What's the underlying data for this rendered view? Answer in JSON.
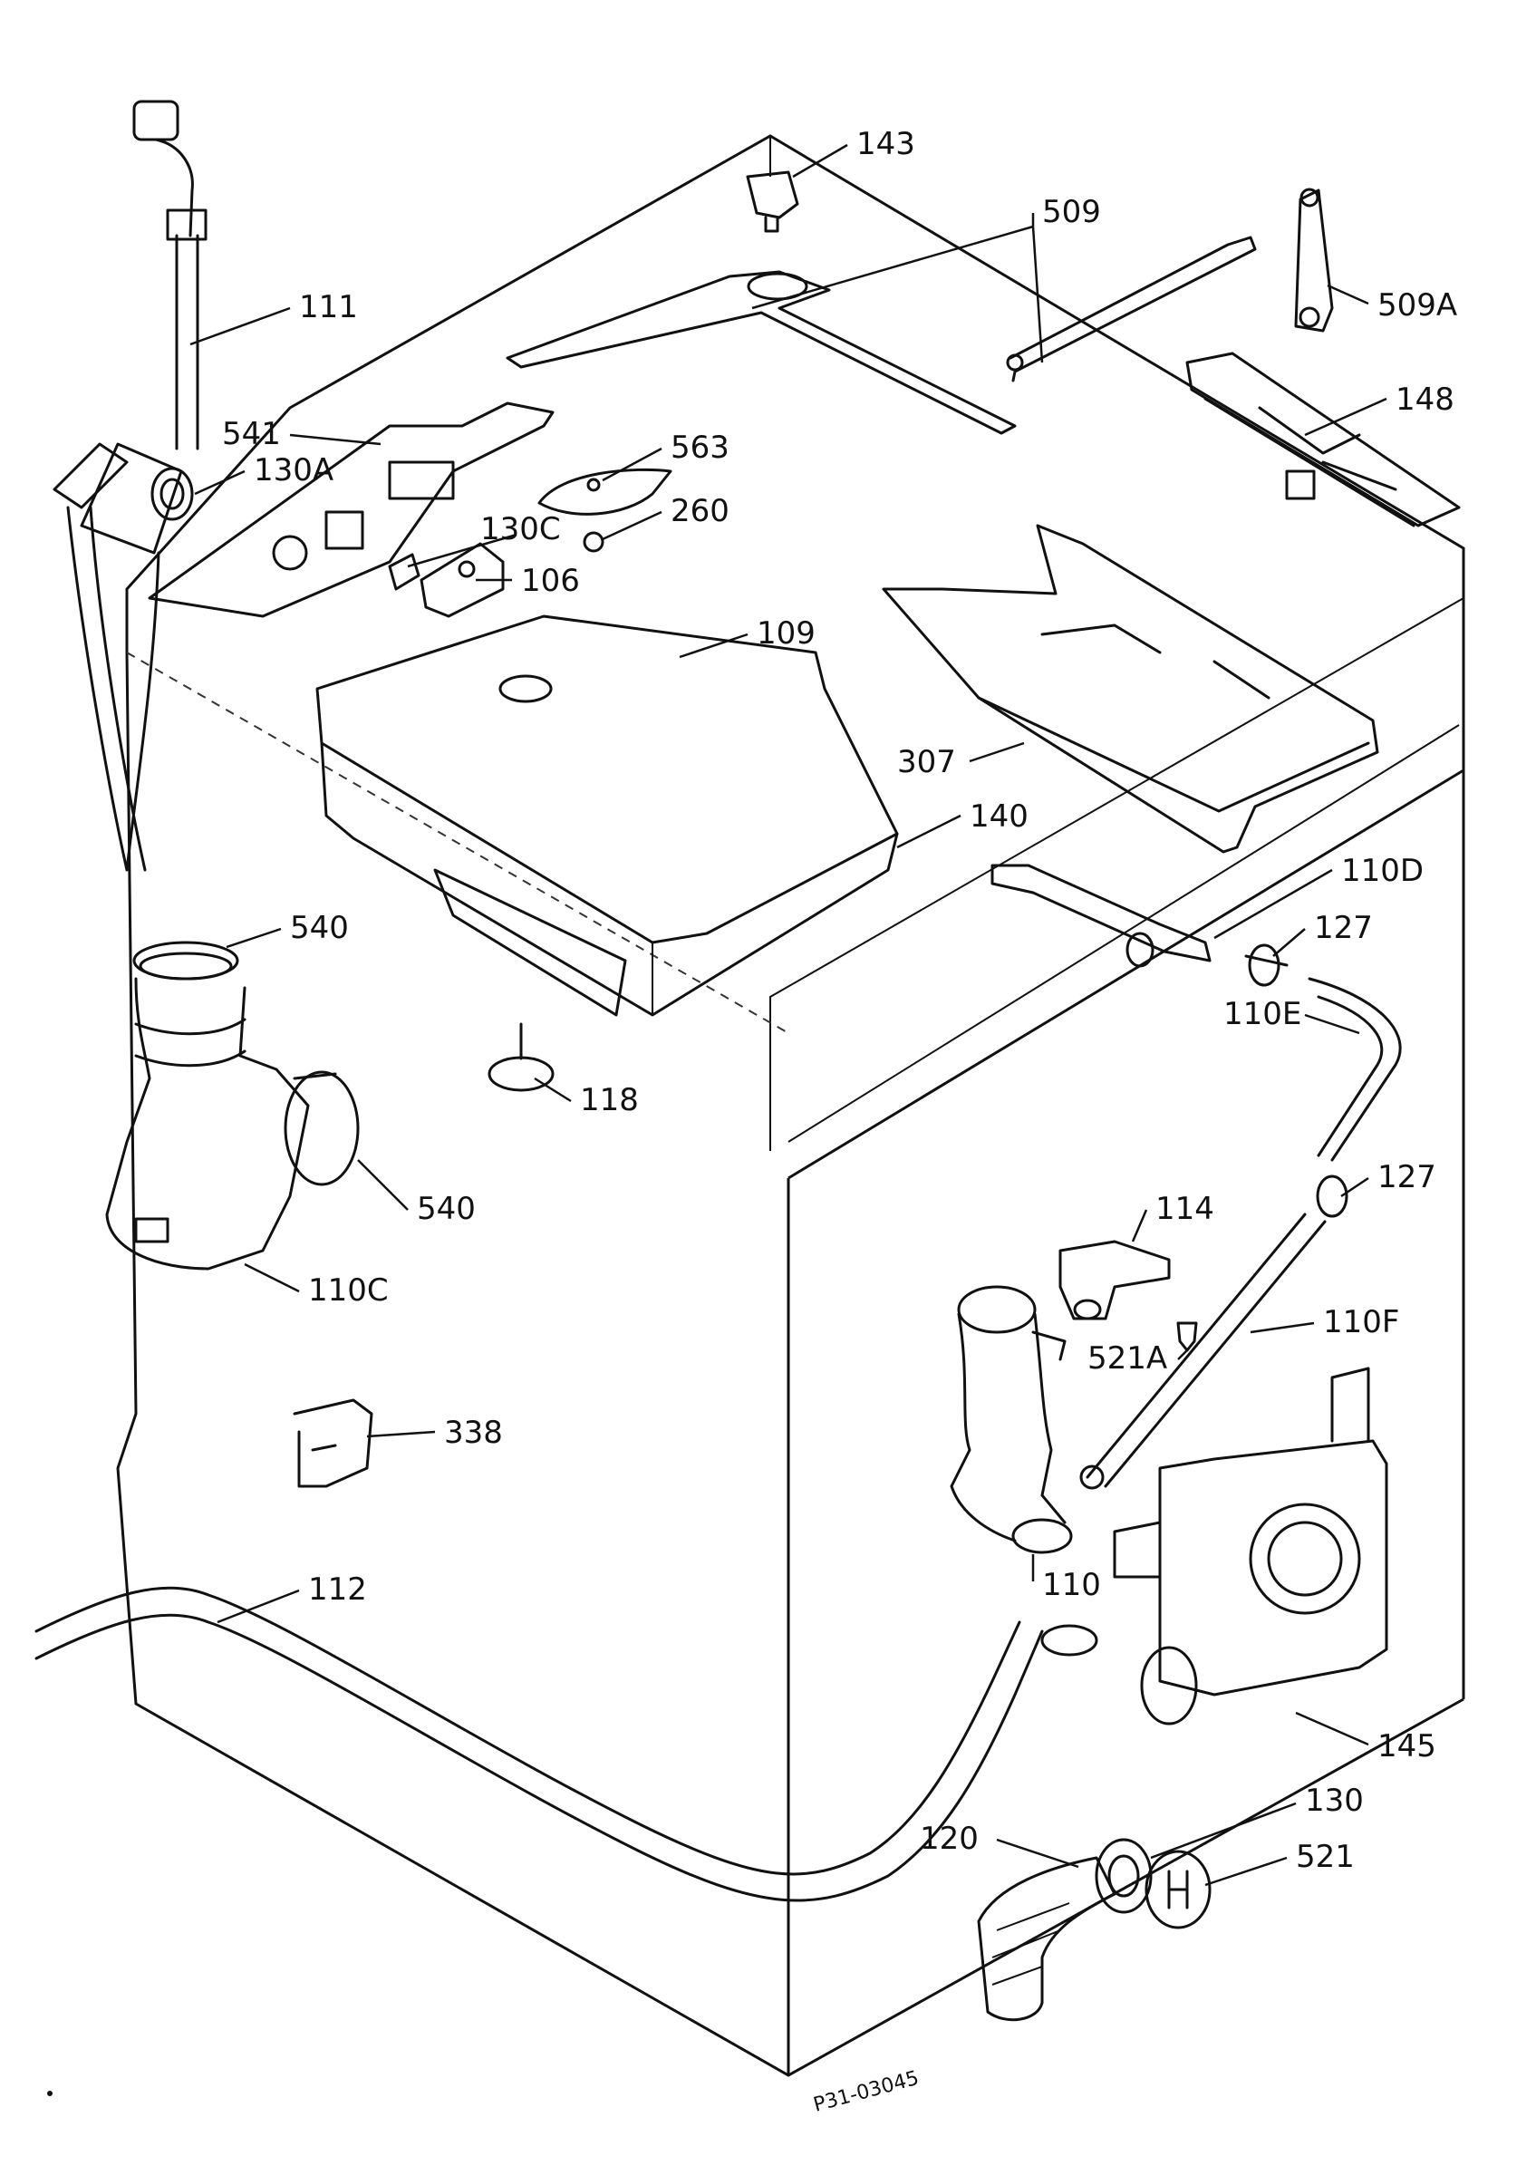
{
  "diagram": {
    "drawing_code": "P31-03045",
    "callouts": [
      {
        "id": "c143",
        "label": "143"
      },
      {
        "id": "c509",
        "label": "509"
      },
      {
        "id": "c509a",
        "label": "509A"
      },
      {
        "id": "c111",
        "label": "111"
      },
      {
        "id": "c148",
        "label": "148"
      },
      {
        "id": "c541",
        "label": "541"
      },
      {
        "id": "c130a",
        "label": "130A"
      },
      {
        "id": "c563",
        "label": "563"
      },
      {
        "id": "c260",
        "label": "260"
      },
      {
        "id": "c130c",
        "label": "130C"
      },
      {
        "id": "c106",
        "label": "106"
      },
      {
        "id": "c109",
        "label": "109"
      },
      {
        "id": "c307",
        "label": "307"
      },
      {
        "id": "c140",
        "label": "140"
      },
      {
        "id": "c110d",
        "label": "110D"
      },
      {
        "id": "c540a",
        "label": "540"
      },
      {
        "id": "c127a",
        "label": "127"
      },
      {
        "id": "c110e",
        "label": "110E"
      },
      {
        "id": "c118",
        "label": "118"
      },
      {
        "id": "c127b",
        "label": "127"
      },
      {
        "id": "c540b",
        "label": "540"
      },
      {
        "id": "c114",
        "label": "114"
      },
      {
        "id": "c110c",
        "label": "110C"
      },
      {
        "id": "c110f",
        "label": "110F"
      },
      {
        "id": "c521a",
        "label": "521A"
      },
      {
        "id": "c338",
        "label": "338"
      },
      {
        "id": "c110",
        "label": "110"
      },
      {
        "id": "c112",
        "label": "112"
      },
      {
        "id": "c145",
        "label": "145"
      },
      {
        "id": "c130",
        "label": "130"
      },
      {
        "id": "c120",
        "label": "120"
      },
      {
        "id": "c521",
        "label": "521"
      }
    ]
  }
}
